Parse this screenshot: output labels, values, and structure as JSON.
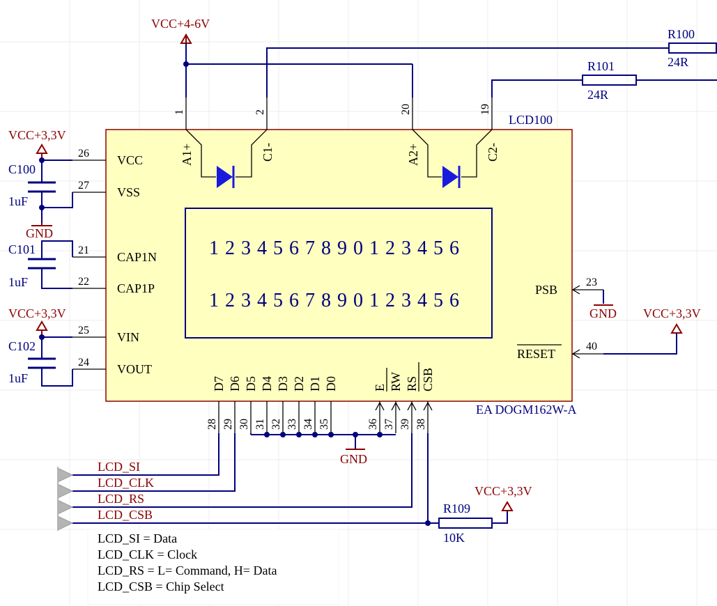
{
  "power": {
    "vcc_led": "VCC+4-6V",
    "vcc_33": "VCC+3,3V",
    "gnd": "GND"
  },
  "display": {
    "designator": "LCD100",
    "part": "EA DOGM162W-A",
    "line1": "1 2 3 4 5 6 7 8 9 0 1 2 3 4 5 6",
    "line2": "1 2 3 4 5 6 7 8 9 0 1 2 3 4 5 6",
    "left_pins": [
      {
        "num": "26",
        "name": "VCC"
      },
      {
        "num": "27",
        "name": "VSS"
      },
      {
        "num": "21",
        "name": "CAP1N"
      },
      {
        "num": "22",
        "name": "CAP1P"
      },
      {
        "num": "25",
        "name": "VIN"
      },
      {
        "num": "24",
        "name": "VOUT"
      }
    ],
    "right_pins": [
      {
        "num": "23",
        "name": "PSB"
      },
      {
        "num": "40",
        "name": "RESET"
      }
    ],
    "top_pins": [
      {
        "num": "1",
        "name": "A1+"
      },
      {
        "num": "2",
        "name": "C1-"
      },
      {
        "num": "20",
        "name": "A2+"
      },
      {
        "num": "19",
        "name": "C2-"
      }
    ],
    "bottom_pins": [
      {
        "num": "28",
        "name": "D7"
      },
      {
        "num": "29",
        "name": "D6"
      },
      {
        "num": "30",
        "name": "D5"
      },
      {
        "num": "31",
        "name": "D4"
      },
      {
        "num": "32",
        "name": "D3"
      },
      {
        "num": "33",
        "name": "D2"
      },
      {
        "num": "34",
        "name": "D1"
      },
      {
        "num": "35",
        "name": "D0"
      },
      {
        "num": "36",
        "name": "E"
      },
      {
        "num": "37",
        "name": "RW"
      },
      {
        "num": "39",
        "name": "RS"
      },
      {
        "num": "38",
        "name": "CSB"
      }
    ]
  },
  "resistors": [
    {
      "ref": "R100",
      "value": "24R"
    },
    {
      "ref": "R101",
      "value": "24R"
    },
    {
      "ref": "R109",
      "value": "10K"
    }
  ],
  "capacitors": [
    {
      "ref": "C100",
      "value": "1uF"
    },
    {
      "ref": "C101",
      "value": "1uF"
    },
    {
      "ref": "C102",
      "value": "1uF"
    }
  ],
  "nets": [
    "LCD_SI",
    "LCD_CLK",
    "LCD_RS",
    "LCD_CSB"
  ],
  "notes": [
    "LCD_SI = Data",
    "LCD_CLK = Clock",
    "LCD_RS = L= Command, H= Data",
    "LCD_CSB = Chip Select"
  ],
  "colors": {
    "body_fill": "#ffffc0",
    "body_border": "#8b0000",
    "wire": "#000080",
    "power": "#8b0000",
    "diode": "#1a1adc",
    "net_port_fill": "#b4b4b4"
  }
}
